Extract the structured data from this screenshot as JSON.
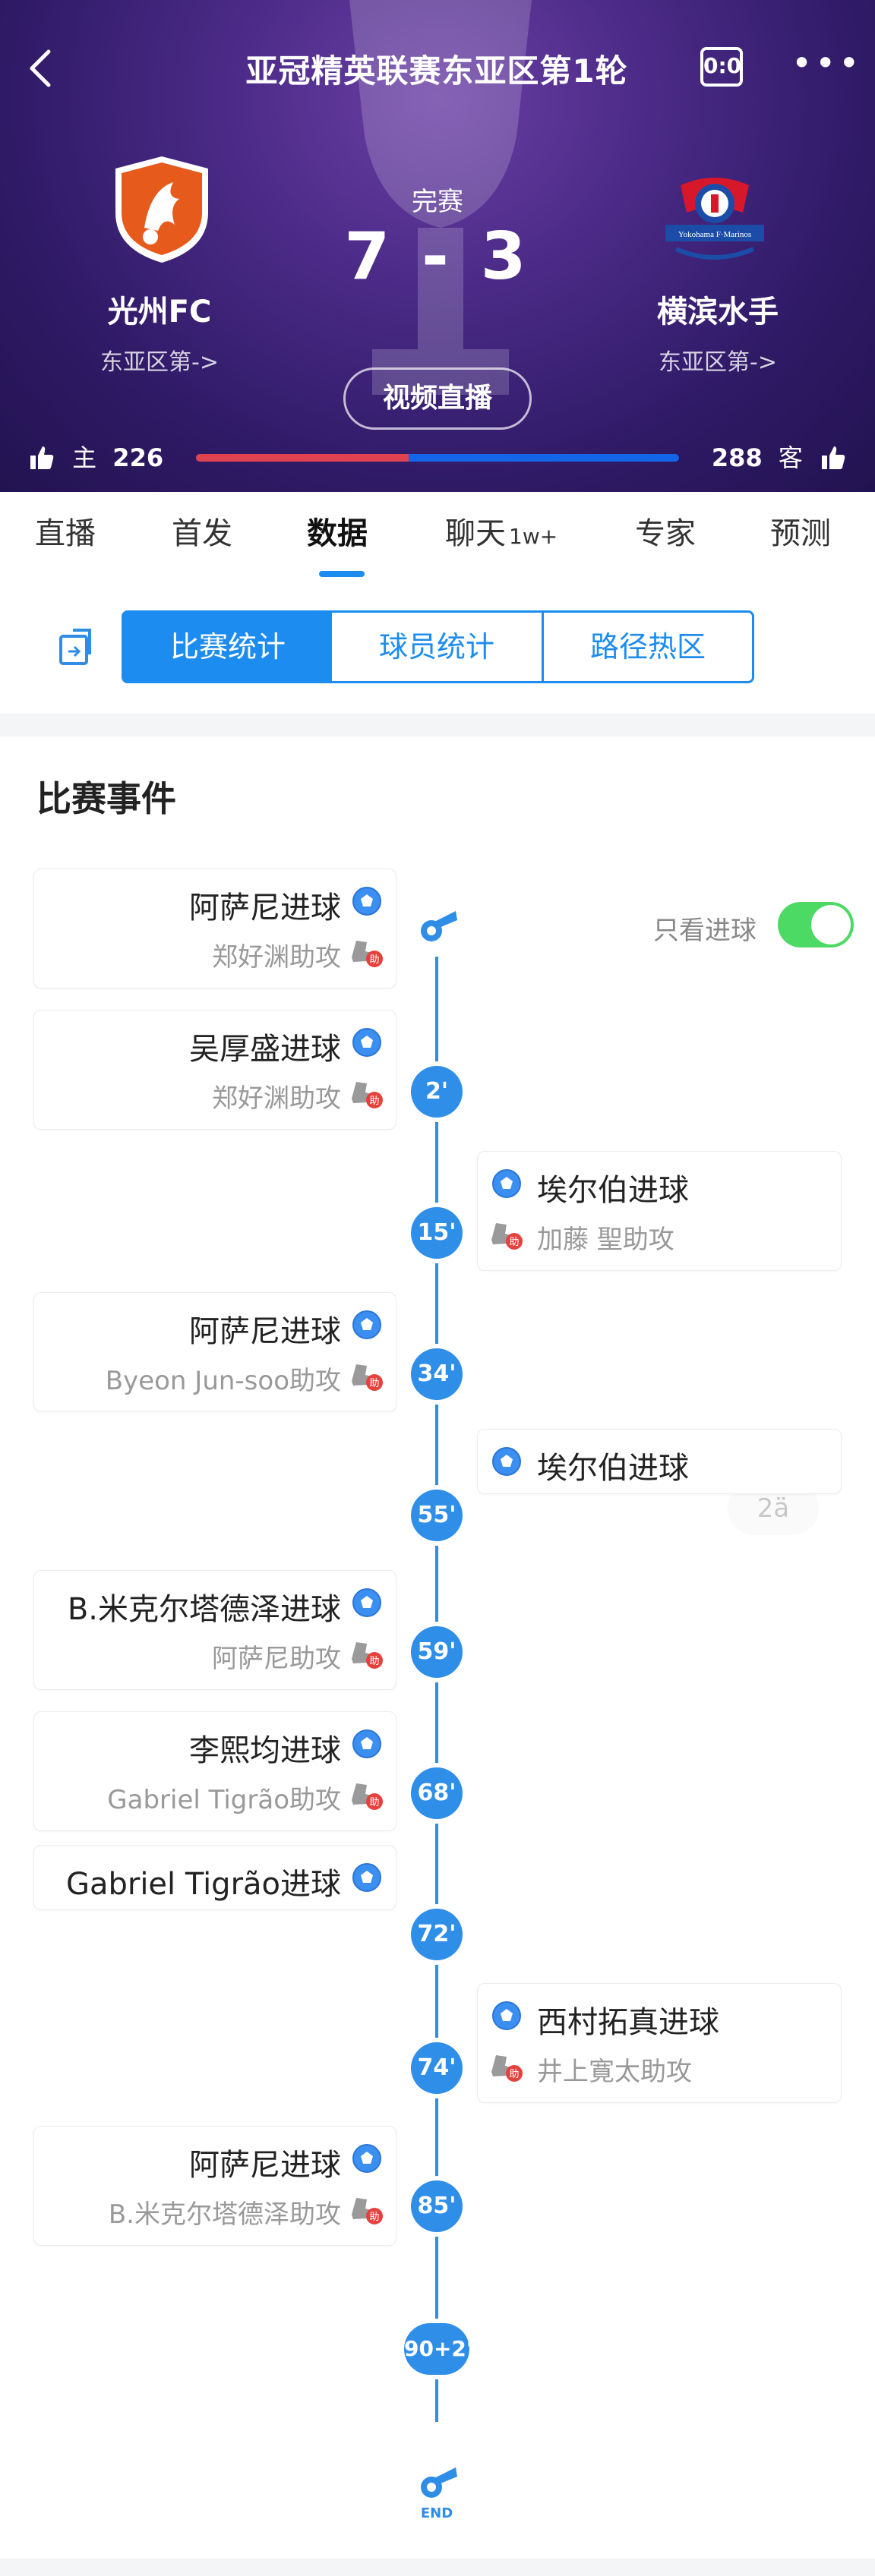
{
  "header": {
    "title": "亚冠精英联赛东亚区第1轮",
    "scoreboard_icon_text": "0:0",
    "status": "完赛",
    "score": "7 - 3",
    "video_button": "视频直播",
    "home": {
      "name": "光州FC",
      "sub": "东亚区第->",
      "likes_label": "主",
      "likes": "226"
    },
    "away": {
      "name": "横滨水手",
      "sub": "东亚区第->",
      "likes_label": "客",
      "likes": "288",
      "logo_text": "Yokohama F·Marinos"
    },
    "vote_home_fraction": 0.44
  },
  "tabs": [
    {
      "label": "直播"
    },
    {
      "label": "首发"
    },
    {
      "label": "数据",
      "active": true
    },
    {
      "label": "聊天",
      "sup": "1w+"
    },
    {
      "label": "专家"
    },
    {
      "label": "预测"
    }
  ],
  "subtabs": [
    "比赛统计",
    "球员统计",
    "路径热区"
  ],
  "events_section": {
    "title": "比赛事件",
    "toggle_label": "只看进球",
    "toggle_on": true,
    "end_label": "END",
    "watermark": "2ä"
  },
  "events": [
    {
      "minute": "2'",
      "side": "home",
      "main": "阿萨尼进球",
      "sub": "郑好渊助攻"
    },
    {
      "minute": "15'",
      "side": "home",
      "main": "吴厚盛进球",
      "sub": "郑好渊助攻"
    },
    {
      "minute": "34'",
      "side": "away",
      "main": "埃尔伯进球",
      "sub": "加藤 聖助攻"
    },
    {
      "minute": "55'",
      "side": "home",
      "main": "阿萨尼进球",
      "sub": "Byeon Jun-soo助攻"
    },
    {
      "minute": "59'",
      "side": "away",
      "main": "埃尔伯进球",
      "sub": ""
    },
    {
      "minute": "68'",
      "side": "home",
      "main": "B.米克尔塔德泽进球",
      "sub": "阿萨尼助攻"
    },
    {
      "minute": "72'",
      "side": "home",
      "main": "李熙均进球",
      "sub": "Gabriel Tigrão助攻"
    },
    {
      "minute": "74'",
      "side": "home",
      "main": "Gabriel Tigrão进球",
      "sub": ""
    },
    {
      "minute": "85'",
      "side": "away",
      "main": "西村拓真进球",
      "sub": "井上寛太助攻"
    },
    {
      "minute": "90+2'",
      "side": "home",
      "main": "阿萨尼进球",
      "sub": "B.米克尔塔德泽助攻"
    }
  ]
}
